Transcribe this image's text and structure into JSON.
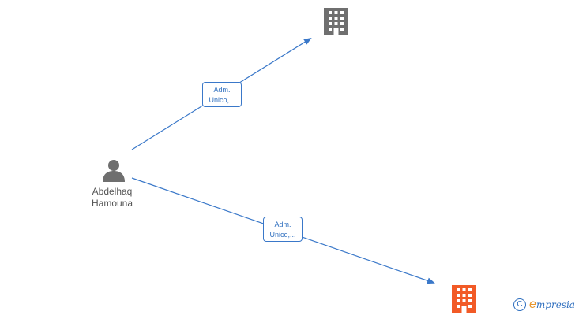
{
  "nodes": {
    "person": {
      "first_name": "Abdelhaq",
      "last_name": "Hamouna",
      "icon": "person-icon",
      "color": "#6f6f6f"
    },
    "company_top": {
      "icon": "building-icon",
      "color": "#6f6f6f"
    },
    "company_bottom": {
      "icon": "building-icon",
      "color": "#f25a26"
    }
  },
  "edges": [
    {
      "line1": "Adm.",
      "line2": "Unico,...",
      "color": "#3a78c9"
    },
    {
      "line1": "Adm.",
      "line2": "Unico,...",
      "color": "#3a78c9"
    }
  ],
  "watermark": {
    "copyright_symbol": "C",
    "brand_initial": "e",
    "brand_rest": "mpresia"
  }
}
